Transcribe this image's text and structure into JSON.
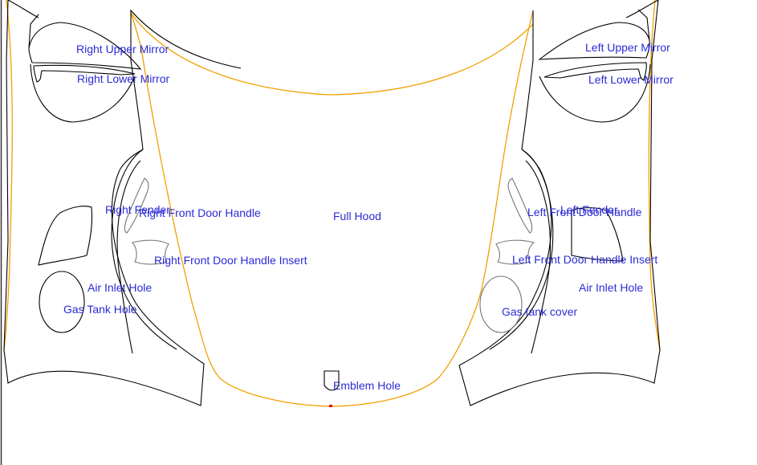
{
  "labels": {
    "right_upper_mirror": "Right Upper Mirror",
    "right_lower_mirror": "Right Lower Mirror",
    "left_upper_mirror": "Left Upper Mirror",
    "left_lower_mirror": "Left Lower Mirror",
    "right_fender": "Right Fender",
    "right_front_door_handle": "Right Front Door Handle",
    "full_hood": "Full Hood",
    "left_fender": "Left Fender",
    "left_front_door_handle": "Left Front Door Handle",
    "right_front_door_handle_insert": "Right Front Door Handle Insert",
    "left_front_door_handle_insert": "Left Front Door Handle Insert",
    "right_air_inlet_hole": "Air Inlet Hole",
    "left_air_inlet_hole": "Air Inlet Hole",
    "gas_tank_hole": "Gas Tank Hole",
    "gas_tank_cover": "Gas tank cover",
    "emblem_hole": "Emblem Hole"
  },
  "colors": {
    "label_text": "#2b2bd6",
    "cut_line": "#000000",
    "hood_outline": "#f0a000",
    "inner_detail": "#777777",
    "marker": "#e00000"
  }
}
